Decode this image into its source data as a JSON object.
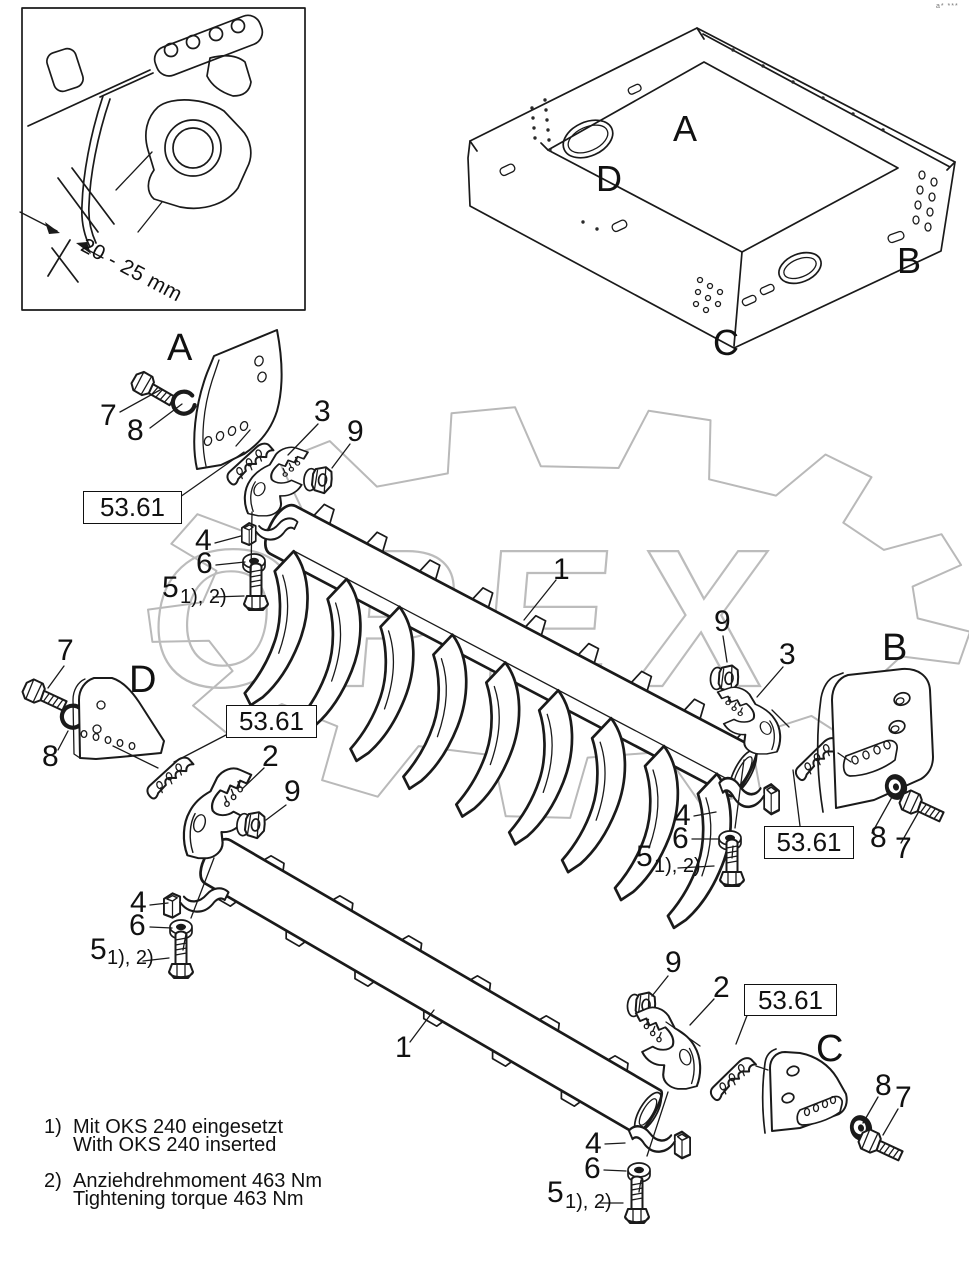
{
  "watermark": {
    "text": "OPEX",
    "corner_mark": "a* ***"
  },
  "inset": {
    "dimension_label": "20 - 25 mm"
  },
  "frame_labels": {
    "a": "A",
    "b": "B",
    "c": "C",
    "d": "D"
  },
  "section_labels": {
    "a": "A",
    "b": "B",
    "c": "C",
    "d": "D"
  },
  "ref_box_label": "53.61",
  "callouts": {
    "c1": "1",
    "c2": "2",
    "c3": "3",
    "c4": "4",
    "c5": "5",
    "c6": "6",
    "c7": "7",
    "c8": "8",
    "c9": "9",
    "suffix_12": "1), 2)"
  },
  "footnotes": [
    {
      "marker": "1)",
      "line1": "Mit OKS 240 eingesetzt",
      "line2": "With OKS 240 inserted"
    },
    {
      "marker": "2)",
      "line1": "Anziehdrehmoment 463 Nm",
      "line2": "Tightening torque 463 Nm"
    }
  ]
}
